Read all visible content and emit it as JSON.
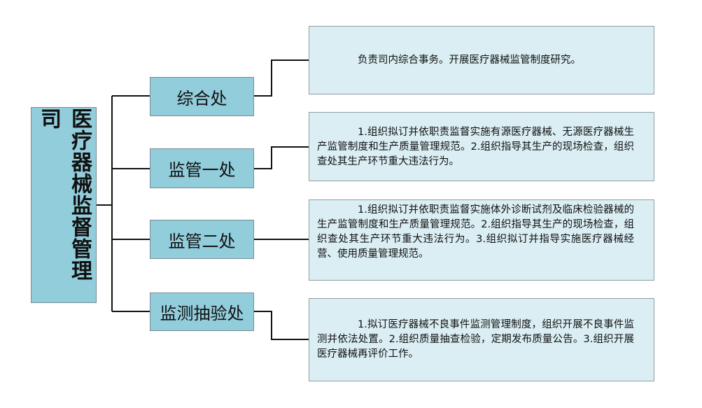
{
  "org_chart": {
    "root": {
      "title": "医疗器械监督管理司"
    },
    "departments": [
      {
        "name": "综合处",
        "duty": "负责司内综合事务。开展医疗器械监管制度研究。"
      },
      {
        "name": "监管一处",
        "duty": "1.组织拟订并依职责监督实施有源医疗器械、无源医疗器械生产监管制度和生产质量管理规范。2.组织指导其生产的现场检查，组织查处其生产环节重大违法行为。"
      },
      {
        "name": "监管二处",
        "duty": "1.组织拟订并依职责监督实施体外诊断试剂及临床检验器械的生产监管制度和生产质量管理规范。2.组织指导其生产的现场检查，组织查处其生产环节重大违法行为。3.组织拟订并指导实施医疗器械经营、使用质量管理规范。"
      },
      {
        "name": "监测抽验处",
        "duty": "1.拟订医疗器械不良事件监测管理制度，组织开展不良事件监测并依法处置。2.组织质量抽查检验，定期发布质量公告。3.组织开展医疗器械再评价工作。"
      }
    ]
  }
}
